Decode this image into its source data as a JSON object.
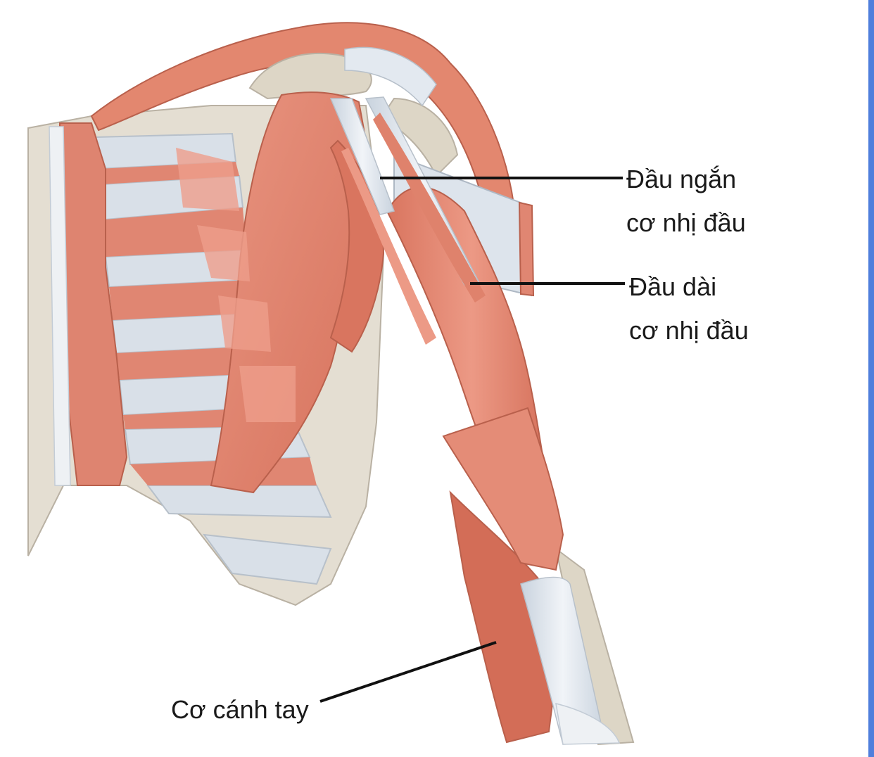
{
  "labels": {
    "short_head": {
      "line1": "Đầu ngắn",
      "line2": "cơ nhị đầu"
    },
    "long_head": {
      "line1": "Đầu dài",
      "line2": "cơ nhị đầu"
    },
    "brachialis": {
      "text": "Cơ cánh tay"
    }
  },
  "colors": {
    "muscle": "#e38b77",
    "muscle_dark": "#c96650",
    "muscle_light": "#efa493",
    "tendon": "#dfe6ee",
    "bone": "#e2dcd0",
    "bone_dark": "#cfc7b7",
    "leader_line": "#111111",
    "side_bar": "#4f7fdc"
  }
}
